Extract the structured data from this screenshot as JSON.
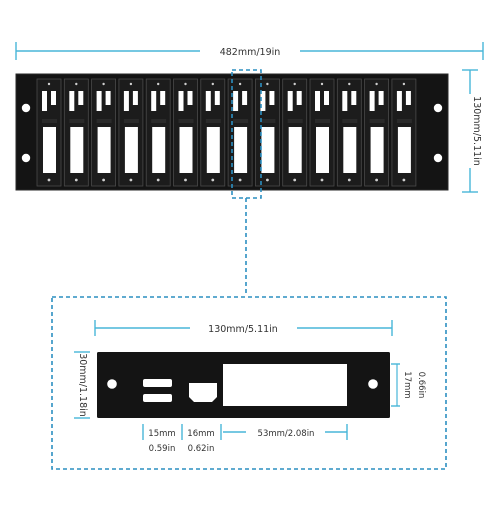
{
  "diagram": {
    "top_width_label": "482mm/19in",
    "top_height_label": "130mm/5.11in",
    "detail_width_label": "130mm/5.11in",
    "detail_height_label": "30mm/1.18in",
    "detail_right_mm": "17mm",
    "detail_right_in": "0.66in",
    "detail_bottom": {
      "a_mm": "15mm",
      "a_in": "0.59in",
      "b_mm": "16mm",
      "b_in": "0.62in",
      "c": "53mm/2.08in"
    },
    "colors": {
      "dimension_line": "#48b6d8",
      "highlight": "#2c8fc1",
      "panel": "#141414",
      "panel_edge": "#3c3c3c",
      "cutout": "#ffffff"
    },
    "panel_slot_count": 14
  }
}
